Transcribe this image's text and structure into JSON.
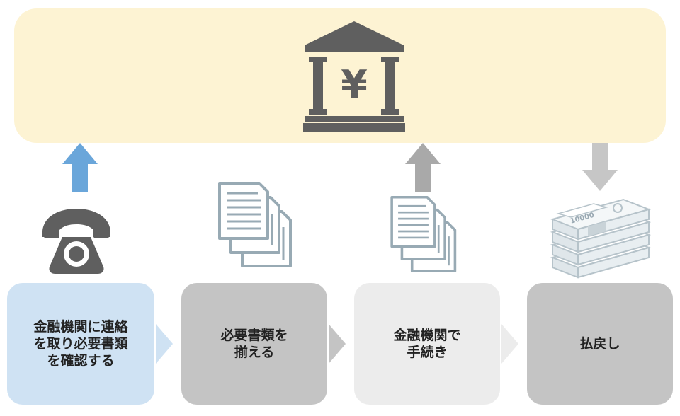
{
  "bank": {
    "icon": "bank-yen-icon",
    "currency_symbol": "¥"
  },
  "steps": [
    {
      "icon": "telephone-icon",
      "arrow": "up",
      "arrow_color": "#6aa6da",
      "box_color": "#cfe2f3",
      "label": "金融機関に連絡\nを取り必要書類\nを確認する"
    },
    {
      "icon": "documents-icon",
      "arrow": "none",
      "arrow_color": "",
      "box_color": "#c4c4c4",
      "label": "必要書類を\n揃える"
    },
    {
      "icon": "documents-icon",
      "arrow": "up",
      "arrow_color": "#a9a9a9",
      "box_color": "#ececec",
      "label": "金融機関で\n手続き"
    },
    {
      "icon": "banknote-stack-icon",
      "arrow": "down",
      "arrow_color": "#c6c6c6",
      "box_color": "#c4c4c4",
      "label": "払戻し"
    }
  ],
  "banknote": {
    "denomination": "10000"
  },
  "colors": {
    "bank_panel": "#fdf3d3",
    "icon_gray": "#5f5f5f",
    "doc_stroke": "#98aab4"
  }
}
